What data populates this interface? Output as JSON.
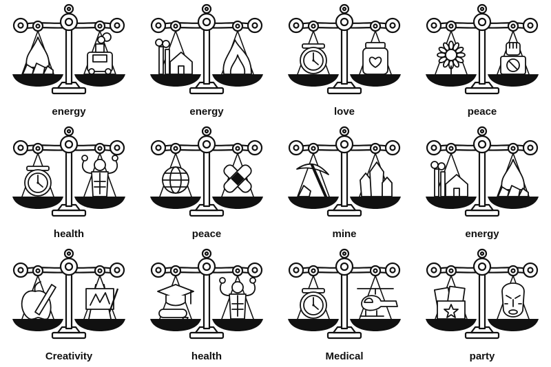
{
  "colors": {
    "ink": "#111111",
    "paper": "#ffffff"
  },
  "items": [
    {
      "label": "energy",
      "left_icon": "coal-fire-icon",
      "right_icon": "steam-train-icon"
    },
    {
      "label": "energy",
      "left_icon": "factory-house-icon",
      "right_icon": "fire-icon"
    },
    {
      "label": "love",
      "left_icon": "clock-icon",
      "right_icon": "heart-jar-icon"
    },
    {
      "label": "peace",
      "left_icon": "flower-icon",
      "right_icon": "protest-fist-icon"
    },
    {
      "label": "health",
      "left_icon": "clock-icon",
      "right_icon": "muscle-man-icon"
    },
    {
      "label": "peace",
      "left_icon": "globe-icon",
      "right_icon": "bandage-icon"
    },
    {
      "label": "mine",
      "left_icon": "pickaxe-icon",
      "right_icon": "crystal-icon"
    },
    {
      "label": "energy",
      "left_icon": "factory-house-icon",
      "right_icon": "coal-fire-icon"
    },
    {
      "label": "Creativity",
      "left_icon": "apple-pencil-icon",
      "right_icon": "easel-icon"
    },
    {
      "label": "health",
      "left_icon": "graduation-cap-icon",
      "right_icon": "muscle-man-icon"
    },
    {
      "label": "Medical",
      "left_icon": "clock-icon",
      "right_icon": "helicopter-icon"
    },
    {
      "label": "party",
      "left_icon": "book-star-icon",
      "right_icon": "tribal-mask-icon"
    }
  ]
}
